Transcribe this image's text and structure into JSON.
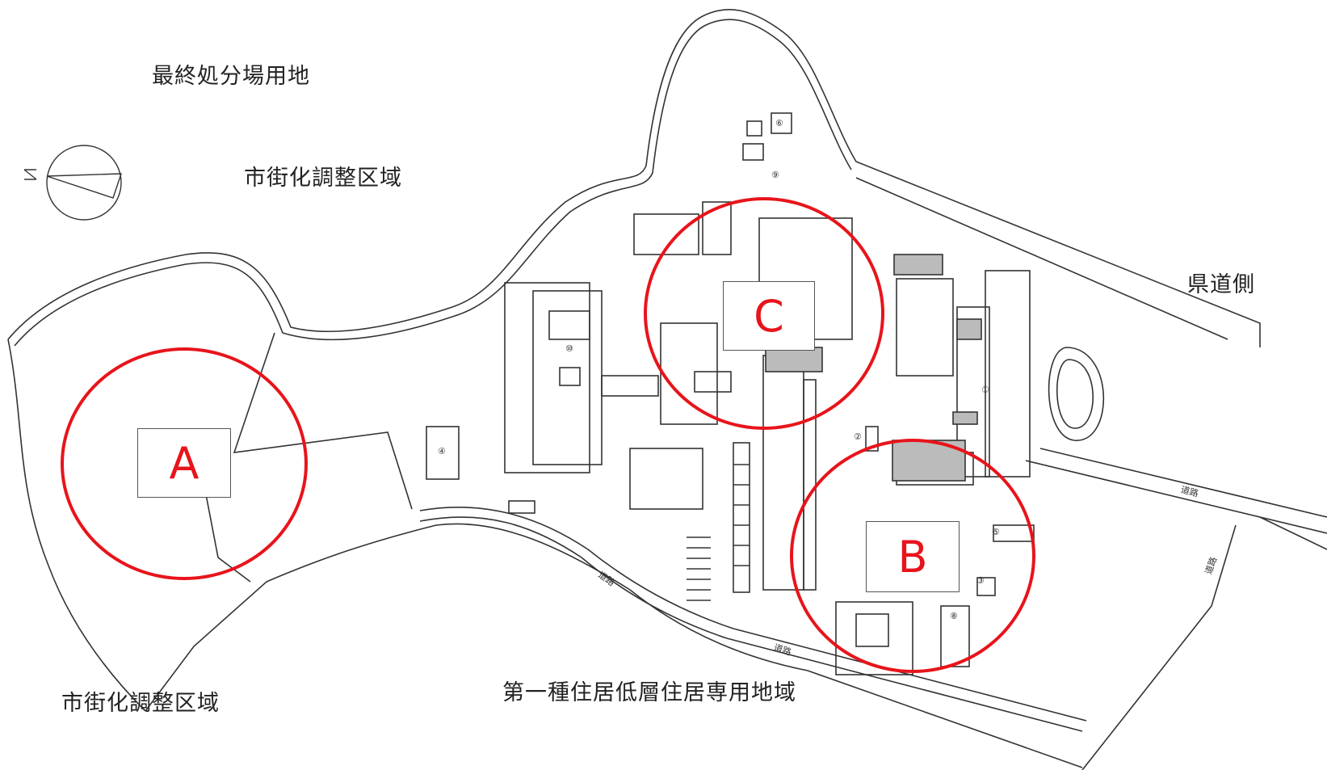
{
  "map": {
    "zone_labels": {
      "top_left_1": "最終処分場用地",
      "top_left_2": "市街化調整区域",
      "bottom_left": "市街化調整区域",
      "bottom_center": "第一種住居低層住居専用地域",
      "right": "県道側"
    },
    "sites": {
      "a": "A",
      "b": "B",
      "c": "C"
    },
    "accent_color": "#e8141b",
    "line_color": "#333333",
    "road_text": {
      "road_1": "道路",
      "road_2": "道路",
      "road_3": "道路",
      "road_4": "道路"
    },
    "building_marks": {
      "m1": "①",
      "m2": "②",
      "m3": "③",
      "m4": "④",
      "m5": "⑤",
      "m6": "⑥",
      "m8": "⑧",
      "m9": "⑨",
      "m10": "⑩"
    },
    "icons": [
      "north-arrow-icon"
    ]
  }
}
